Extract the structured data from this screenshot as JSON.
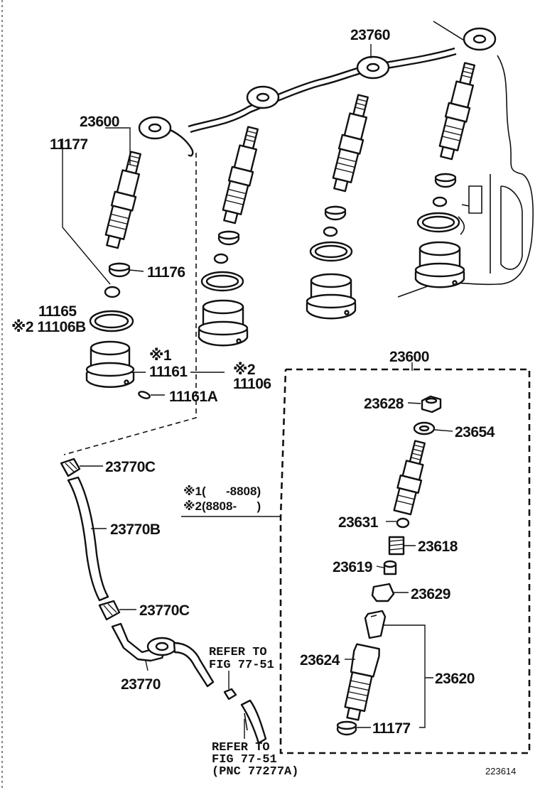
{
  "parts": {
    "p23760": "23760",
    "p23600_top": "23600",
    "p11177_top": "11177",
    "p11176": "11176",
    "p11165": "11165",
    "p11106b": "※2 11106B",
    "p11161_note": "※1",
    "p11161": "11161",
    "p11106_note": "※2",
    "p11106": "11106",
    "p11161a": "11161A",
    "p23770c_top": "23770C",
    "p23770b": "23770B",
    "p23770c_bot": "23770C",
    "p23770": "23770",
    "p23600_box": "23600",
    "p23628": "23628",
    "p23654": "23654",
    "p23631": "23631",
    "p23618": "23618",
    "p23619": "23619",
    "p23629": "23629",
    "p23624": "23624",
    "p23620": "23620",
    "p11177_bot": "11177"
  },
  "notes": {
    "note1": "※1(      -8808)",
    "note2": "※2(8808-      )"
  },
  "refs": {
    "ref1_line1": "REFER TO",
    "ref1_line2": "FIG 77-51",
    "ref2_line1": "REFER TO",
    "ref2_line2": "FIG 77-51",
    "ref2_line3": "(PNC 77277A)"
  },
  "figure_number": "223614"
}
